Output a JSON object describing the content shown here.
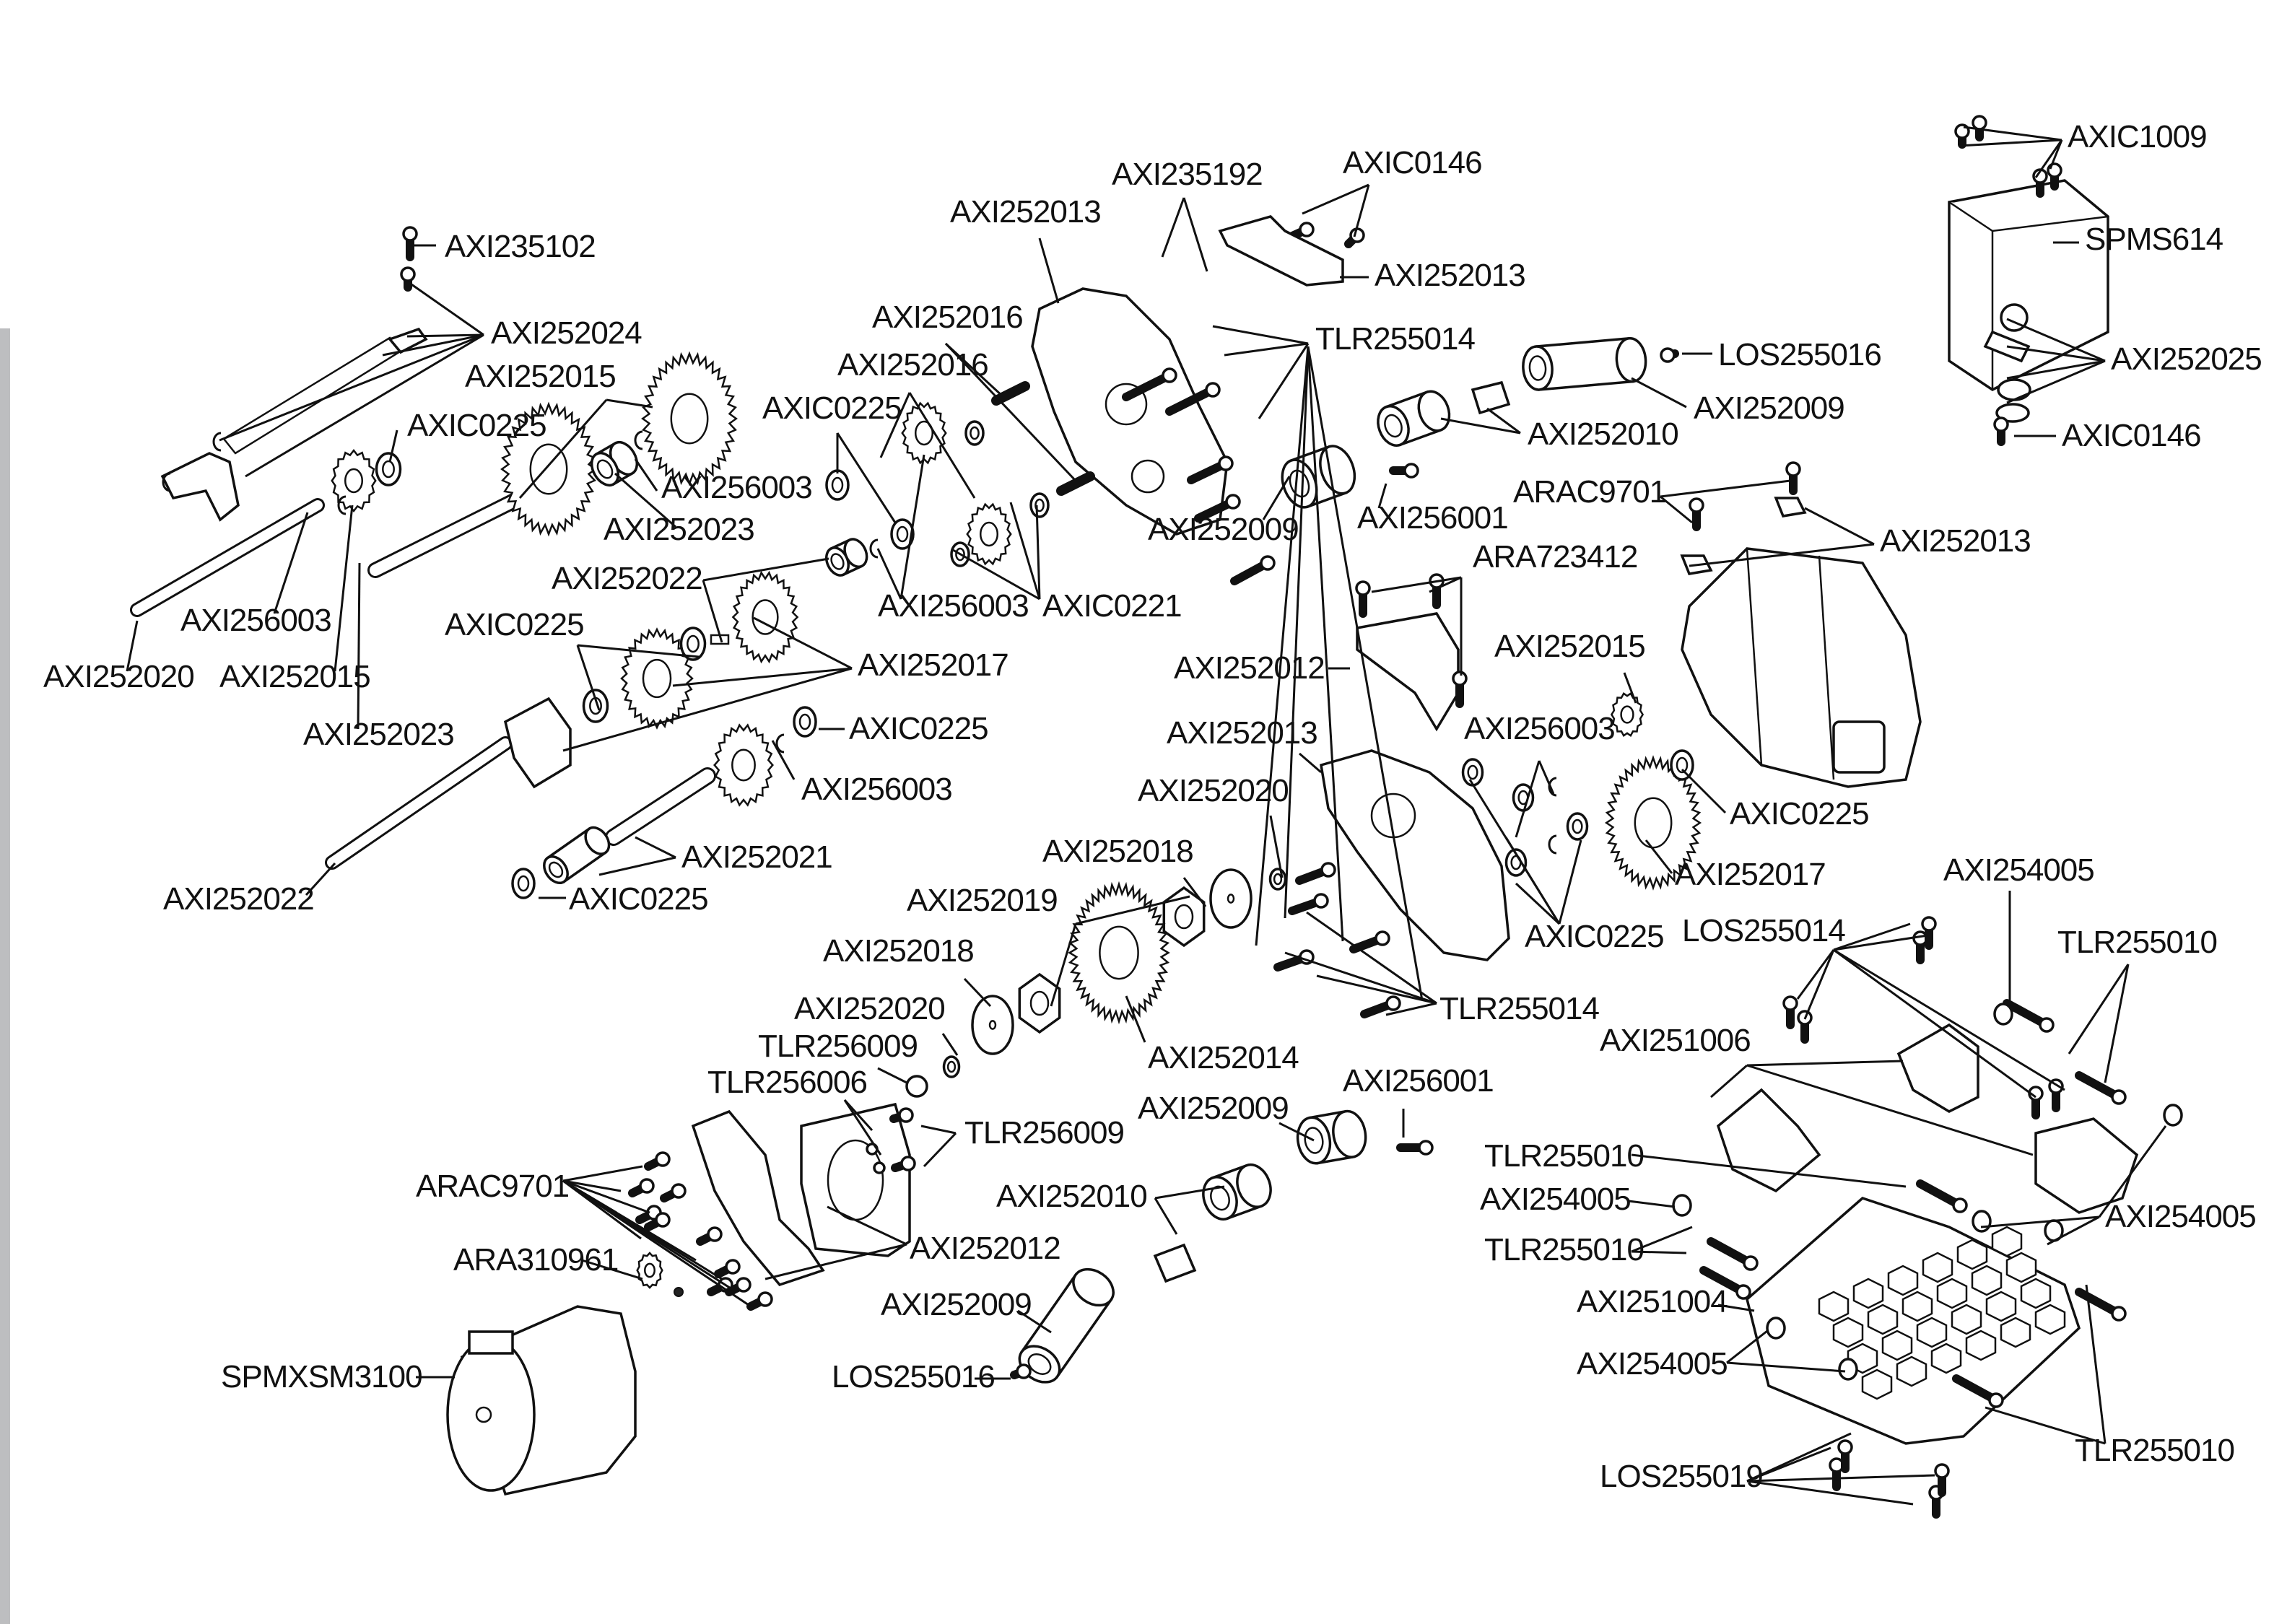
{
  "diagram": {
    "title": "Transmission / motor / servo exploded view",
    "labels": [
      "AXI235102",
      "AXI252024",
      "AXI252015",
      "AXIC0225",
      "AXI256003",
      "AXI252023",
      "AXI256003",
      "AXI252015",
      "AXI252020",
      "AXI252023",
      "AXI252022",
      "AXIC0225",
      "AXI252017",
      "AXIC0225",
      "AXI256003",
      "AXI252022",
      "AXI252021",
      "AXIC0225",
      "AXI252013",
      "AXI235192",
      "AXIC0146",
      "AXI252013",
      "AXI252016",
      "AXI252016",
      "AXIC0225",
      "TLR255014",
      "AXI256003",
      "AXIC0221",
      "LOS255016",
      "AXI252010",
      "AXI252009",
      "AXI252009",
      "AXI256001",
      "AXIC1009",
      "SPMS614",
      "AXI252025",
      "AXIC0146",
      "ARAC9701",
      "AXI252013",
      "ARA723412",
      "AXI252012",
      "AXI252015",
      "AXI252013",
      "AXI256003",
      "AXIC0225",
      "AXI252020",
      "AXI252017",
      "AXI252018",
      "AXIC0225",
      "AXI252019",
      "TLR255014",
      "AXI252018",
      "AXI252014",
      "AXI252020",
      "TLR256009",
      "TLR256006",
      "TLR256009",
      "AXI256001",
      "AXI252009",
      "ARAC9701",
      "AXI252010",
      "AXI252012",
      "ARA310961",
      "AXI252009",
      "SPMXSM3100",
      "LOS255016",
      "AXI254005",
      "LOS255014",
      "TLR255010",
      "AXI251006",
      "TLR255010",
      "AXI254005",
      "AXI254005",
      "TLR255010",
      "AXI251004",
      "AXI254005",
      "TLR255010",
      "LOS255019"
    ]
  }
}
